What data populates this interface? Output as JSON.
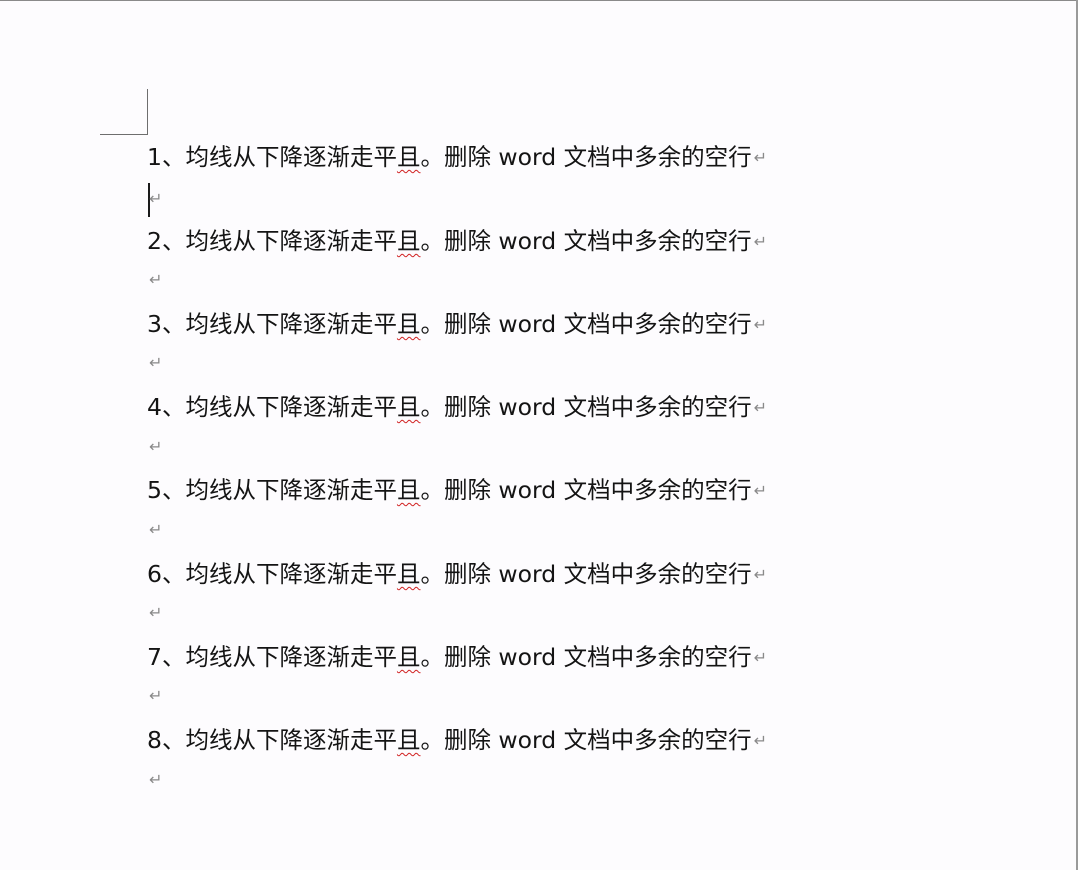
{
  "document": {
    "paragraphs": [
      {
        "number": "1、",
        "text_a": "均线从下降逐渐走平",
        "misspelled": "且",
        "text_b": "。删除 word 文档中多余的空行",
        "mark": "↵"
      },
      {
        "number": "2、",
        "text_a": "均线从下降逐渐走平",
        "misspelled": "且",
        "text_b": "。删除 word 文档中多余的空行",
        "mark": "↵"
      },
      {
        "number": "3、",
        "text_a": "均线从下降逐渐走平",
        "misspelled": "且",
        "text_b": "。删除 word 文档中多余的空行",
        "mark": "↵"
      },
      {
        "number": "4、",
        "text_a": "均线从下降逐渐走平",
        "misspelled": "且",
        "text_b": "。删除 word 文档中多余的空行",
        "mark": "↵"
      },
      {
        "number": "5、",
        "text_a": "均线从下降逐渐走平",
        "misspelled": "且",
        "text_b": "。删除 word 文档中多余的空行",
        "mark": "↵"
      },
      {
        "number": "6、",
        "text_a": "均线从下降逐渐走平",
        "misspelled": "且",
        "text_b": "。删除 word 文档中多余的空行",
        "mark": "↵"
      },
      {
        "number": "7、",
        "text_a": "均线从下降逐渐走平",
        "misspelled": "且",
        "text_b": "。删除 word 文档中多余的空行",
        "mark": "↵"
      },
      {
        "number": "8、",
        "text_a": "均线从下降逐渐走平",
        "misspelled": "且",
        "text_b": "。删除 word 文档中多余的空行",
        "mark": "↵"
      }
    ],
    "empty_paragraph_mark": "↵",
    "spellcheck_color": "#d02020",
    "formatting_mark_color": "#8a8a8a"
  }
}
